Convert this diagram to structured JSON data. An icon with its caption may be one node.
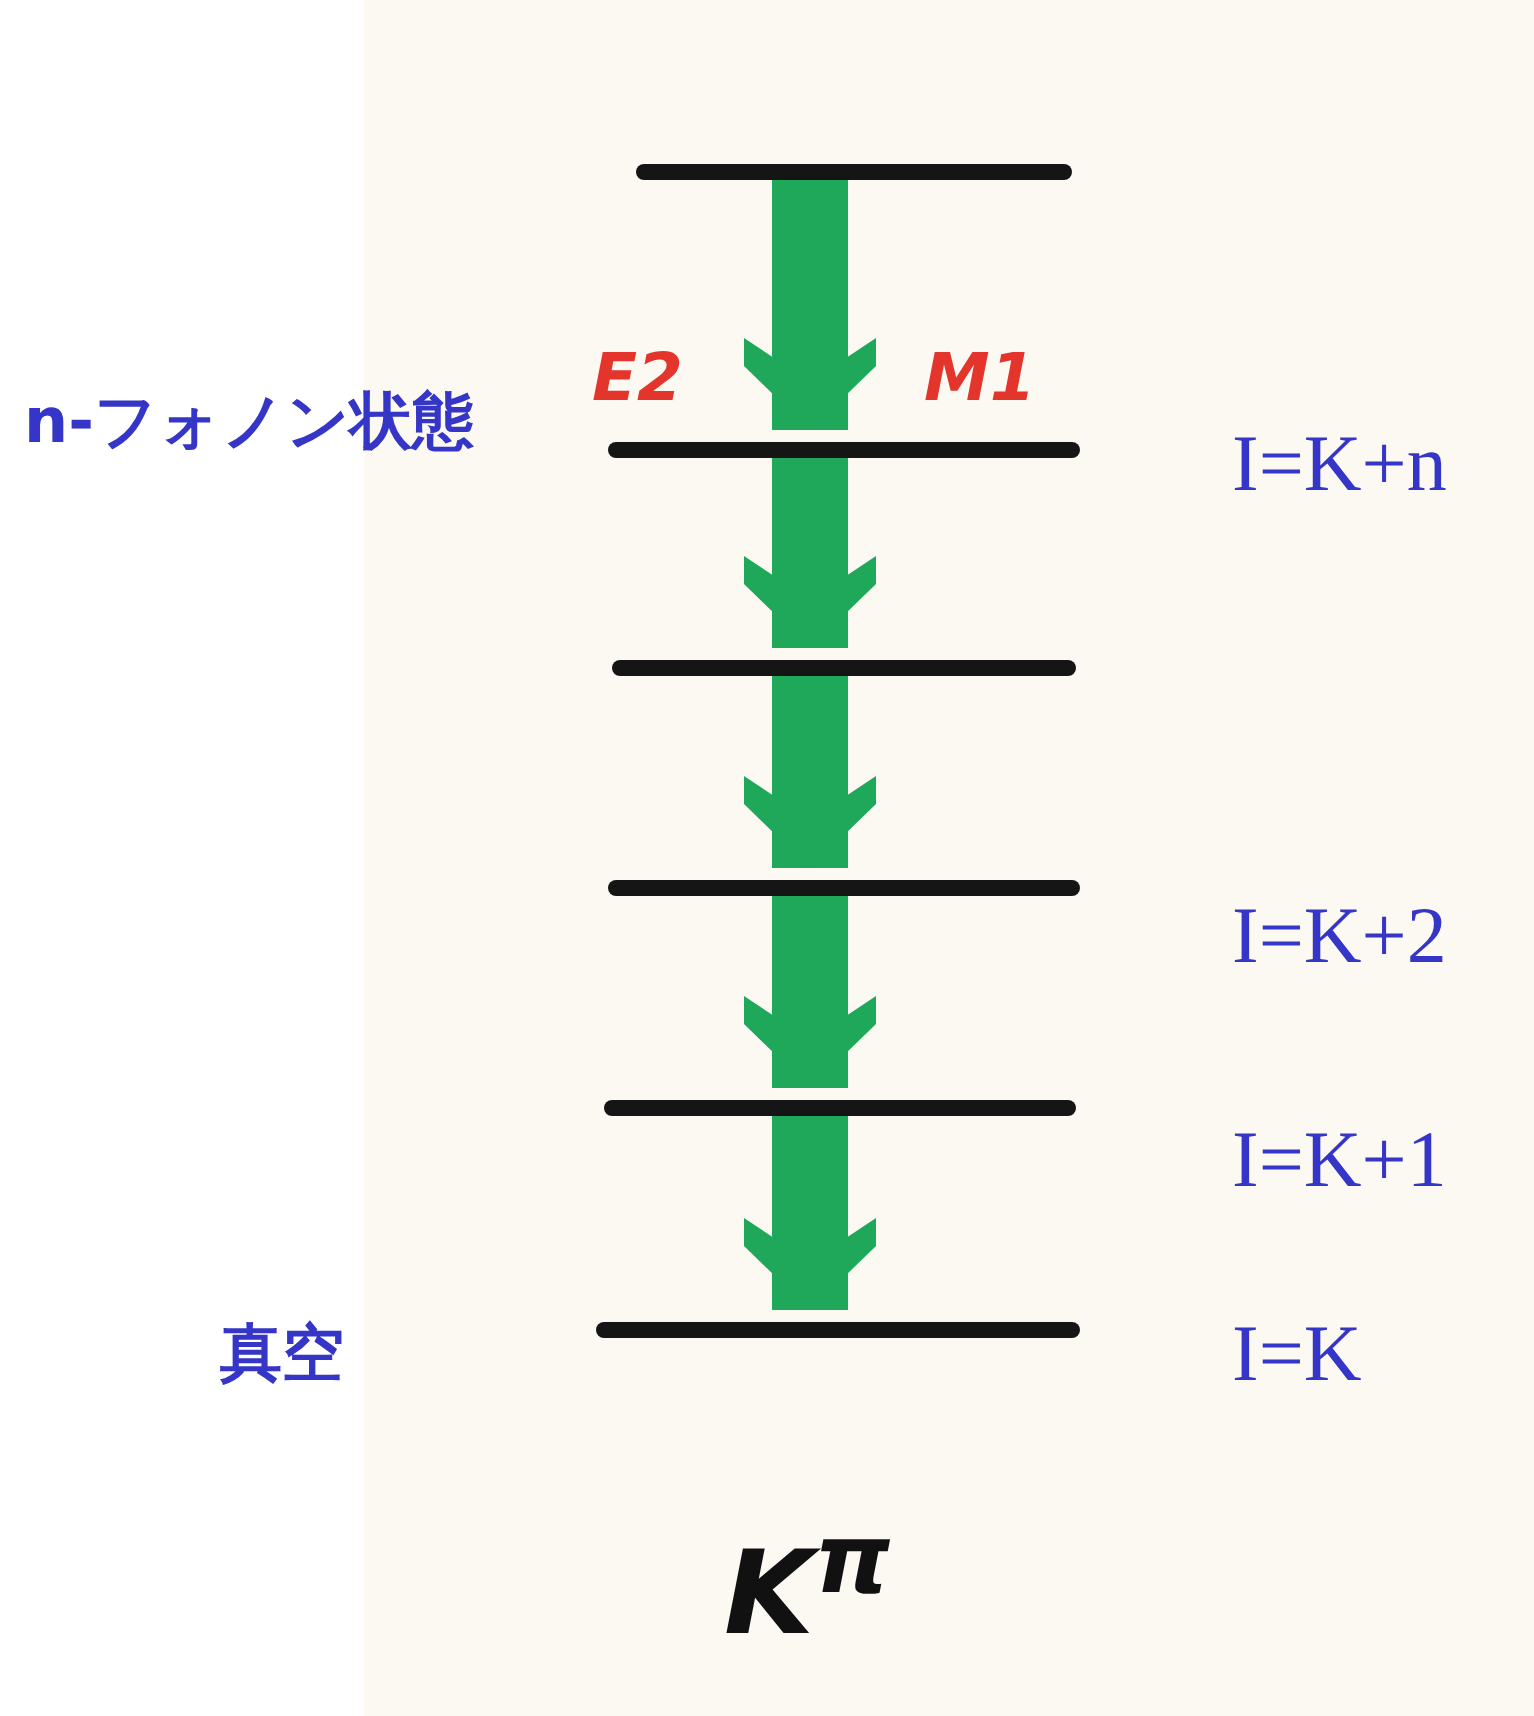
{
  "diagram": {
    "nodes": [
      {
        "text": [],
        "shape": "bar"
      },
      {
        "text": [],
        "shape": "bar",
        "beside": [
          "n-フォノン状態",
          "I=K+n"
        ]
      },
      {
        "text": [],
        "shape": "bar"
      },
      {
        "text": [],
        "shape": "bar",
        "beside": [
          "I=K+2"
        ]
      },
      {
        "text": [],
        "shape": "bar",
        "beside": [
          "I=K+1"
        ]
      },
      {
        "text": [],
        "shape": "bar",
        "beside": [
          "I=K"
        ]
      }
    ],
    "edges": [
      {
        "from": 0,
        "to": 1,
        "arrow": "to"
      },
      {
        "from": 1,
        "to": 2,
        "arrow": "to"
      },
      {
        "from": 2,
        "to": 3,
        "arrow": "to"
      },
      {
        "from": 3,
        "to": 4,
        "arrow": "to"
      },
      {
        "from": 4,
        "to": 5,
        "arrow": "to"
      }
    ],
    "labels": [
      "E2",
      "M1",
      "真空",
      "K$^{π}$"
    ]
  }
}
